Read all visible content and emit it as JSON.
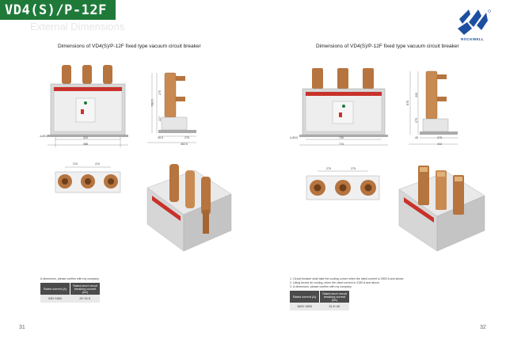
{
  "header": {
    "title": "VD4(S)/P-12F",
    "subtitle": "External Dimensions"
  },
  "logo": {
    "text": "ROCKWELL"
  },
  "left_panel": {
    "caption": "Dimensions of VD4(S)/P-12F fixed type vacuum circuit breaker",
    "dims_front": {
      "width": "320",
      "overall": "388",
      "left_hole": "4-Ø13"
    },
    "dims_side": {
      "height1": "275",
      "height2": "227",
      "total": "780.5",
      "base": "275",
      "depth": "462.5",
      "bottom_left": "49.5"
    },
    "dims_top": {
      "pitch1": "210",
      "pitch2": "210"
    },
    "note": "& dimension, please confirm with my company",
    "table": {
      "headers": [
        "Rated current (A)",
        "Rated short circuit breaking current (kA)"
      ],
      "rows": [
        [
          "630~1600",
          "20~31.5"
        ]
      ]
    },
    "page_number": "31"
  },
  "right_panel": {
    "caption": "Dimensions of VD4(S)/P-12F fixed type vacuum circuit breaker",
    "dims_front": {
      "width": "730",
      "overall": "774",
      "left_hole": "4-Ø13"
    },
    "dims_side": {
      "height1": "330",
      "height2": "275",
      "total": "878",
      "base": "275",
      "depth": "442",
      "bottom_left": "45"
    },
    "dims_top": {
      "pitch1": "275",
      "pitch2": "275"
    },
    "notes": [
      "1. Circuit breaker shall take the cooling corner when the rated current is 2500 A and above.",
      "2. Using forced air cooling, when the rated current is 3150 A and above.",
      "3. & dimension, please confirm with my company"
    ],
    "table": {
      "headers": [
        "Rated current (A)",
        "Rated short circuit breaking current (kA)"
      ],
      "rows": [
        [
          "1600~4000",
          "31.5~40"
        ]
      ]
    },
    "page_number": "32"
  },
  "colors": {
    "banner_green": "#1f7a3a",
    "logo_blue": "#1d4fa0",
    "breaker_red": "#c8322b",
    "copper": "#b6743f",
    "panel_gray": "#dedede",
    "table_header": "#4b4b4b"
  }
}
